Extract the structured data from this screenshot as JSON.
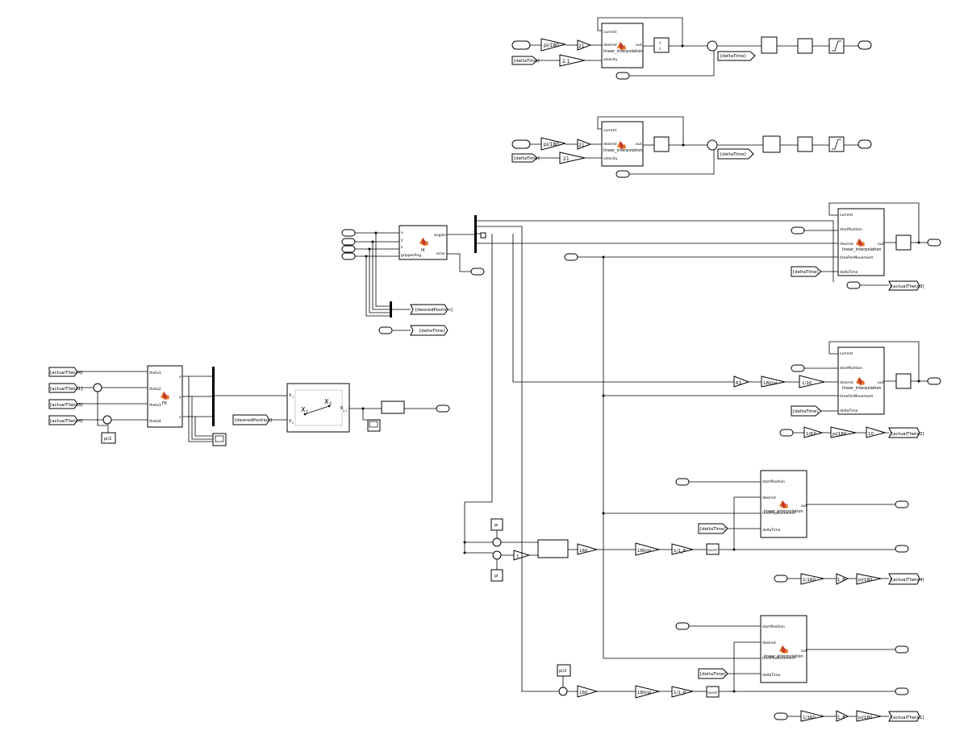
{
  "labels": {
    "pi_180": "pi/180",
    "pi_2": "pi/2",
    "pi": "pi",
    "deg_180_pi": "180/pi",
    "g21": "21",
    "g2_1": "2.1",
    "g160": "160",
    "g1_160": "1/160",
    "g63": "63",
    "g1_63": "1/63",
    "g1_10": "1/10",
    "g10": "10",
    "g1_8": "1_8",
    "g1_1_8": "1/1_8",
    "g1": "1",
    "round": "round",
    "deltaTime": "[deltaTime]",
    "desiredPosition": "[desiredPosition]",
    "actualTheta1": "[actualTheta1]",
    "actualTheta2": "[actualTheta2]",
    "actualTheta3": "[actualTheta3]",
    "actualTheta4": "[actualTheta4]",
    "x1": "X",
    "x2": "X",
    "sub1": "1",
    "sub2": "2",
    "sub21": "2,1",
    "r": "R"
  },
  "linterp": {
    "name": "linear_interpolation",
    "current": "current",
    "desired": "desired",
    "velocity": "velocity",
    "out": "out",
    "startPosition": "startPosition",
    "timePerMovement": "timePerMovement",
    "deltaTime": "deltaTime"
  },
  "ik": {
    "name": "IK",
    "x": "x",
    "y": "y",
    "z": "z",
    "gripper": "gripperAng",
    "angles": "angles",
    "error": "error"
  },
  "fk": {
    "name": "FK",
    "t1": "theta1",
    "t2": "theta2",
    "t3": "theta3",
    "t4": "theta4",
    "x": "x",
    "y": "y",
    "z": "z"
  },
  "colors": {
    "stroke": "#000000",
    "matlab_icon": "#e8712a",
    "background": "#ffffff"
  }
}
